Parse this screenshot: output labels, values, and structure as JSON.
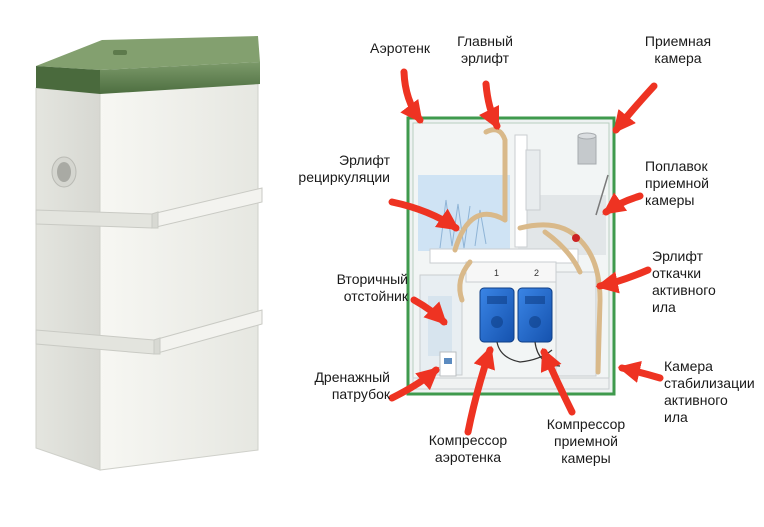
{
  "labels": {
    "aerotank": "Аэротенк",
    "main_airlift": "Главный\nэрлифт",
    "receiving_chamber": "Приемная\nкамера",
    "recirculation_airlift": "Эрлифт\nрециркуляции",
    "float": "Поплавок\nприемной\nкамеры",
    "sludge_airlift": "Эрлифт\nоткачки\nактивного\nила",
    "secondary_settler": "Вторичный\nотстойник",
    "drain_pipe": "Дренажный\nпатрубок",
    "stabilization_chamber": "Камера\nстабилизации\nактивного\nила",
    "aerotank_compressor": "Компрессор\nаэротенка",
    "receiving_compressor": "Компрессор\nприемной\nкамеры"
  },
  "compressor_numbers": [
    "1",
    "2"
  ],
  "colors": {
    "arrow": "#ee3322",
    "lid": "#5a7d4a",
    "frame": "#3f9a4d",
    "compressor": "#1e63c8",
    "pipe": "#d9b98a",
    "tank_body": "#eeeeea"
  }
}
